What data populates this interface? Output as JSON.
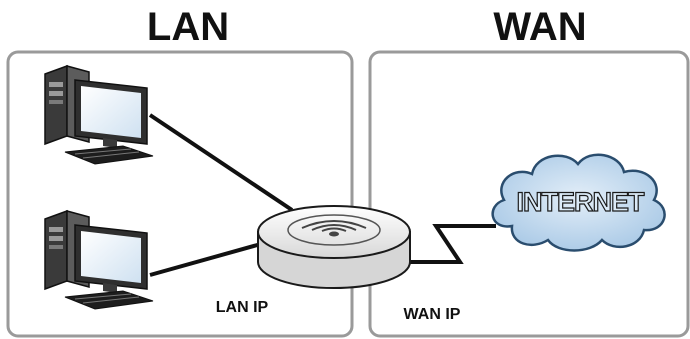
{
  "diagram": {
    "lan_title": "LAN",
    "wan_title": "WAN",
    "lan_ip_label": "LAN IP",
    "wan_ip_label": "WAN IP",
    "cloud_label": "INTERNET"
  },
  "colors": {
    "panel_border": "#9a9a9a",
    "cloud_fill": "#c7ddf0",
    "line": "#111111"
  },
  "icons": [
    "computer-icon",
    "computer-icon",
    "router-icon",
    "internet-cloud-icon"
  ]
}
